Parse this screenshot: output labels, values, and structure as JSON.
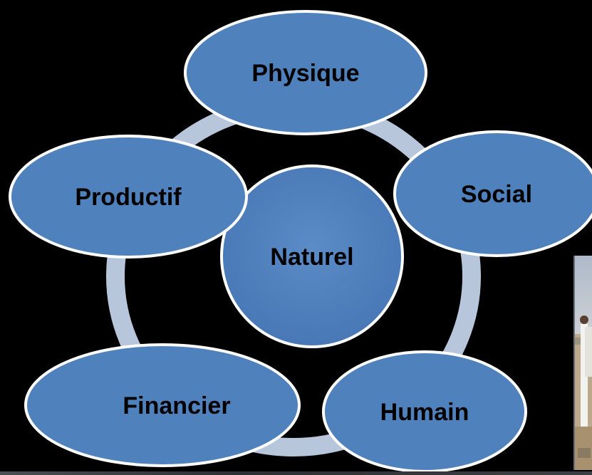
{
  "diagram": {
    "type": "cycle",
    "center_label": "Naturel",
    "nodes": [
      {
        "id": "physique",
        "label": "Physique"
      },
      {
        "id": "social",
        "label": "Social"
      },
      {
        "id": "humain",
        "label": "Humain"
      },
      {
        "id": "financier",
        "label": "Financier"
      },
      {
        "id": "productif",
        "label": "Productif"
      }
    ]
  },
  "colors": {
    "background": "#000000",
    "node_fill": "#4f81bd",
    "node_stroke": "#ffffff",
    "ring": "#b8c6dc",
    "label": "#000000"
  },
  "photo": {
    "description_icon": "photo-thumbnail-icon"
  }
}
